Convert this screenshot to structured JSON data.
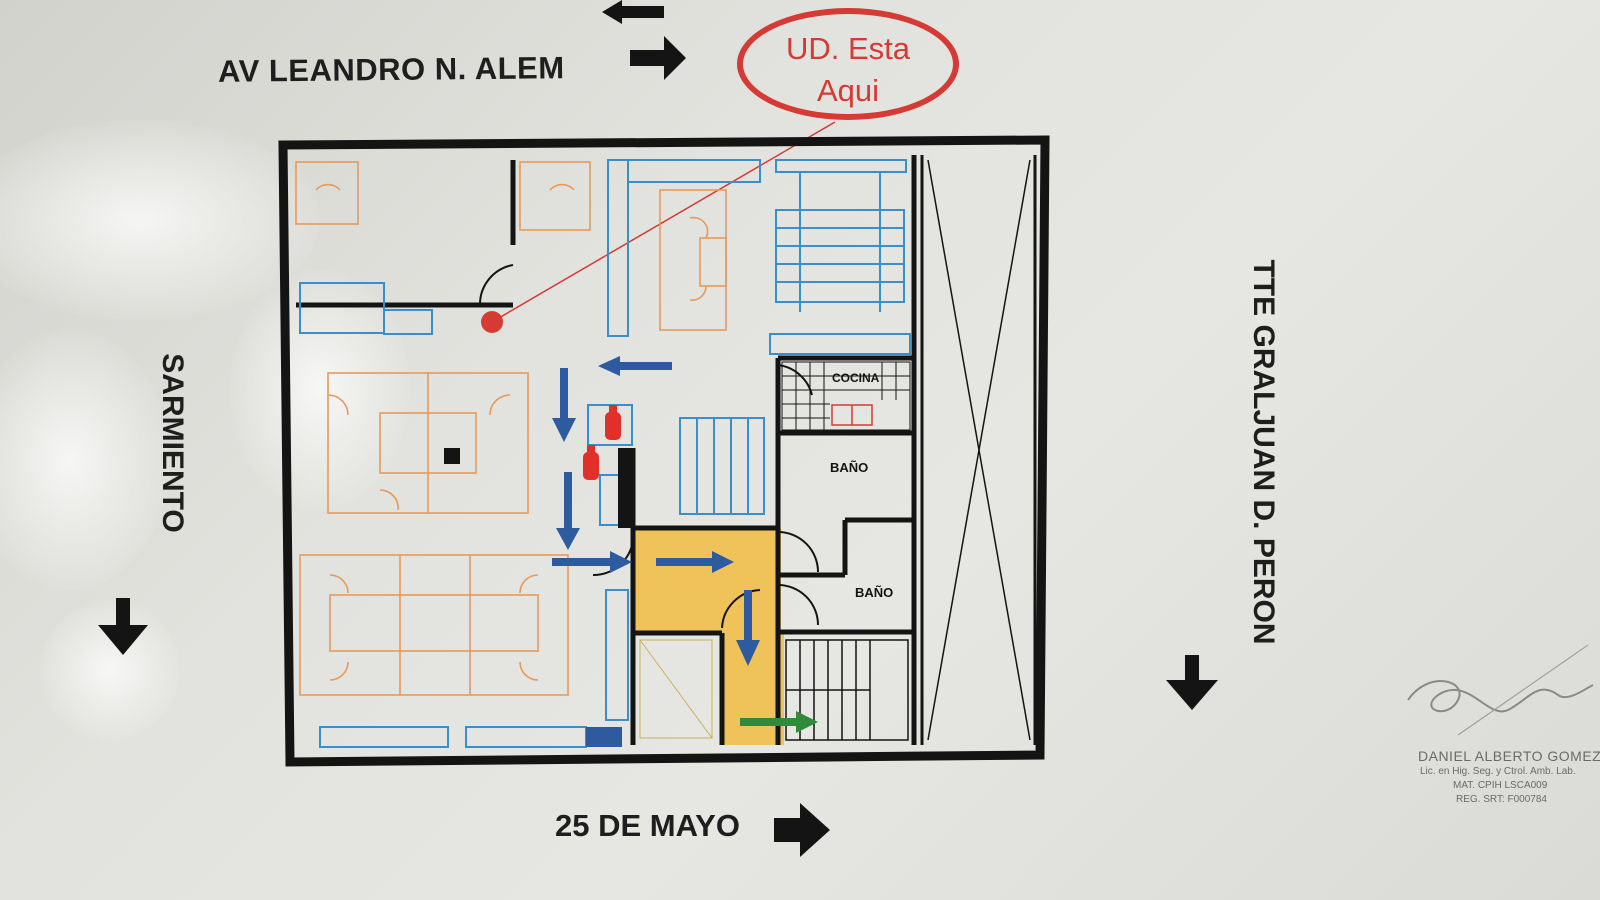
{
  "streets": {
    "north": "AV LEANDRO N. ALEM",
    "south": "25 DE MAYO",
    "west": "SARMIENTO",
    "east": "TTE GRALJUAN D. PERON"
  },
  "marker": {
    "line1": "UD. Esta",
    "line2": "Aqui",
    "color": "#d63a34"
  },
  "rooms": {
    "kitchen": "COCINA",
    "bath_1": "BAÑO",
    "bath_2": "BAÑO"
  },
  "signature": {
    "name": "DANIEL ALBERTO GOMEZ",
    "line1": "Lic. en Hig. Seg. y Ctrol. Amb. Lab.",
    "line2": "MAT. CPIH LSCA009",
    "line3": "REG. SRT: F000784"
  },
  "colors": {
    "walls": "#141414",
    "furniture_desks": "#e79a5a",
    "furniture_storage": "#3a8fc8",
    "evacuation_arrow": "#2e5aa0",
    "exit_arrow": "#2f8a3a",
    "safe_zone": "#f0c25a",
    "extinguisher": "#e0302a"
  },
  "icons": [
    "direction-arrow-icon",
    "two-way-arrow-icon",
    "fire-extinguisher-icon",
    "you-are-here-dot-icon"
  ]
}
